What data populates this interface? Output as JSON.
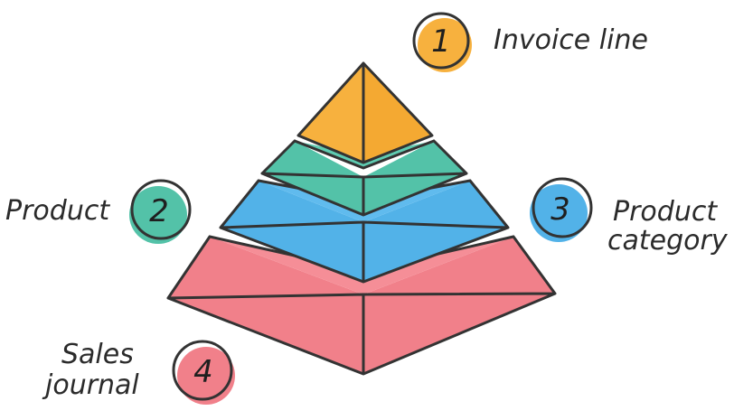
{
  "colors": {
    "outline": "#333333",
    "tier_1": "#F7B13E",
    "tier_2": "#53C2A8",
    "tier_3": "#52B2E8",
    "tier_4": "#F1808A",
    "background": "#ffffff"
  },
  "tiers": [
    {
      "number": "1",
      "label_lines": [
        "Invoice line"
      ]
    },
    {
      "number": "2",
      "label_lines": [
        "Product"
      ]
    },
    {
      "number": "3",
      "label_lines": [
        "Product",
        "category"
      ]
    },
    {
      "number": "4",
      "label_lines": [
        "Sales",
        "journal"
      ]
    }
  ]
}
